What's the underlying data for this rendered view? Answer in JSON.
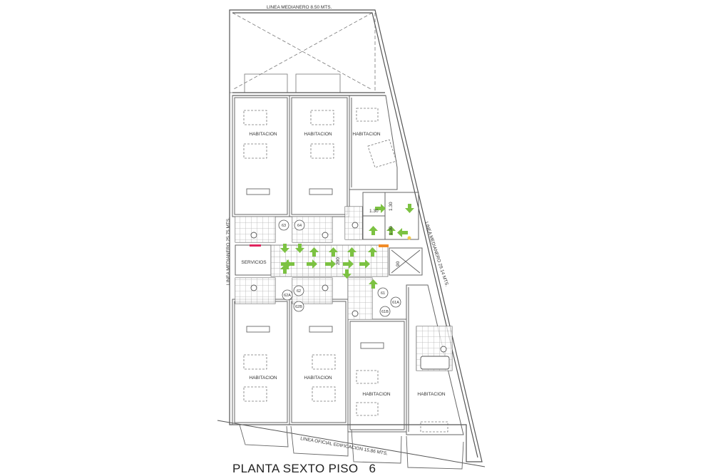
{
  "boundary_labels": {
    "top": "LINEA MEDIANERO  8.50 MTS.",
    "left": "LINEA MEDIANERO  25.75 MTS.",
    "right": "LINEA MEDIANERO  29.14 MTS.",
    "bottom": "LINEA OFICIAL EDIFICACION  15.86 MTS."
  },
  "rooms": {
    "hab1": "HABITACION",
    "hab2": "HABITACION",
    "hab3": "HABITACION",
    "hab4": "HABITACION",
    "hab5": "HABITACION",
    "hab6": "HABITACION",
    "hab7": "HABITACION",
    "servicios": "SERVICIOS"
  },
  "door_tags": {
    "d63": "63",
    "d64": "64",
    "d62": "62",
    "d62a": "62A",
    "d62b": "62B",
    "d61": "61",
    "d61a": "61A",
    "d61b": "61B"
  },
  "dimensions": {
    "stair_w": "1.30",
    "stair_h1": "1.30",
    "stair_h2": "1.30",
    "corridor": "200",
    "shaft": "90"
  },
  "plan_title": "PLANTA SEXTO PISO",
  "plan_number": "6",
  "colors": {
    "line": "#555555",
    "arrow": "#7cc242",
    "tile": "#9a9a9a",
    "red_mark": "#e0245e",
    "orange_mark": "#f28c28"
  }
}
